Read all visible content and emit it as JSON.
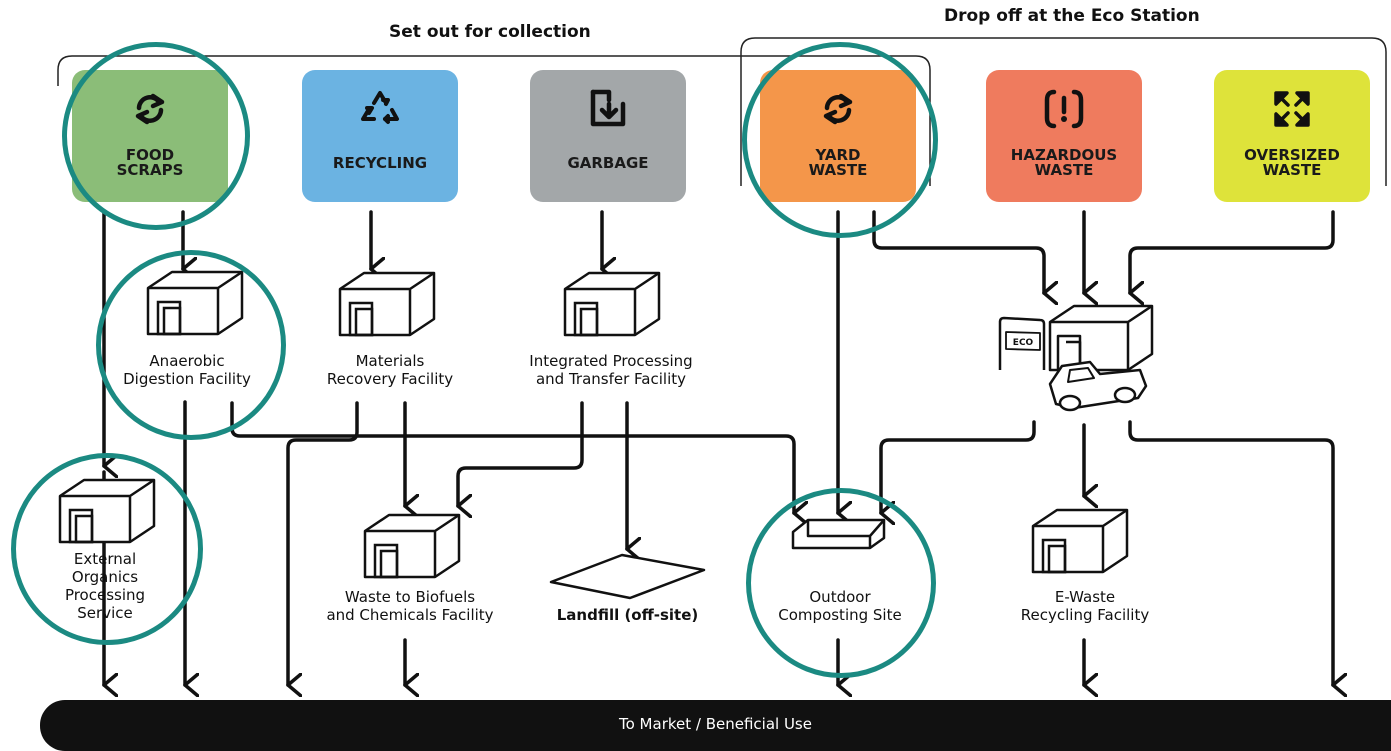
{
  "headers": {
    "collection": "Set out for collection",
    "eco_station": "Drop off at the Eco Station"
  },
  "categories": [
    {
      "id": "food",
      "line1": "FOOD",
      "line2": "SCRAPS",
      "color": "#8bbd78",
      "icon": "organics-cycle-icon"
    },
    {
      "id": "recycling",
      "line1": "RECYCLING",
      "line2": "",
      "color": "#6bb3e2",
      "icon": "recycle-icon"
    },
    {
      "id": "garbage",
      "line1": "GARBAGE",
      "line2": "",
      "color": "#a3a7a9",
      "icon": "garbage-bin-icon"
    },
    {
      "id": "yard",
      "line1": "YARD",
      "line2": "WASTE",
      "color": "#f4964a",
      "icon": "organics-cycle-icon"
    },
    {
      "id": "hazardous",
      "line1": "HAZARDOUS",
      "line2": "WASTE",
      "color": "#ef7b5e",
      "icon": "hazard-icon"
    },
    {
      "id": "oversized",
      "line1": "OVERSIZED",
      "line2": "WASTE",
      "color": "#dee33a",
      "icon": "expand-arrows-icon"
    }
  ],
  "facilities": {
    "anaerobic": {
      "line1": "Anaerobic",
      "line2": "Digestion Facility"
    },
    "materials": {
      "line1": "Materials",
      "line2": "Recovery Facility"
    },
    "integrated": {
      "line1": "Integrated Processing",
      "line2": "and Transfer Facility"
    },
    "external": {
      "line1": "External",
      "line2": "Organics",
      "line3": "Processing",
      "line4": "Service"
    },
    "biofuels": {
      "line1": "Waste to Biofuels",
      "line2": "and Chemicals Facility"
    },
    "landfill": {
      "line1": "Landfill (off-site)"
    },
    "composting": {
      "line1": "Outdoor",
      "line2": "Composting Site"
    },
    "ewaste": {
      "line1": "E-Waste",
      "line2": "Recycling Facility"
    }
  },
  "eco_sign": "ECO",
  "bottom_bar": "To Market / Beneficial Use",
  "colors": {
    "highlight": "#1b8a82",
    "line": "#111111"
  }
}
